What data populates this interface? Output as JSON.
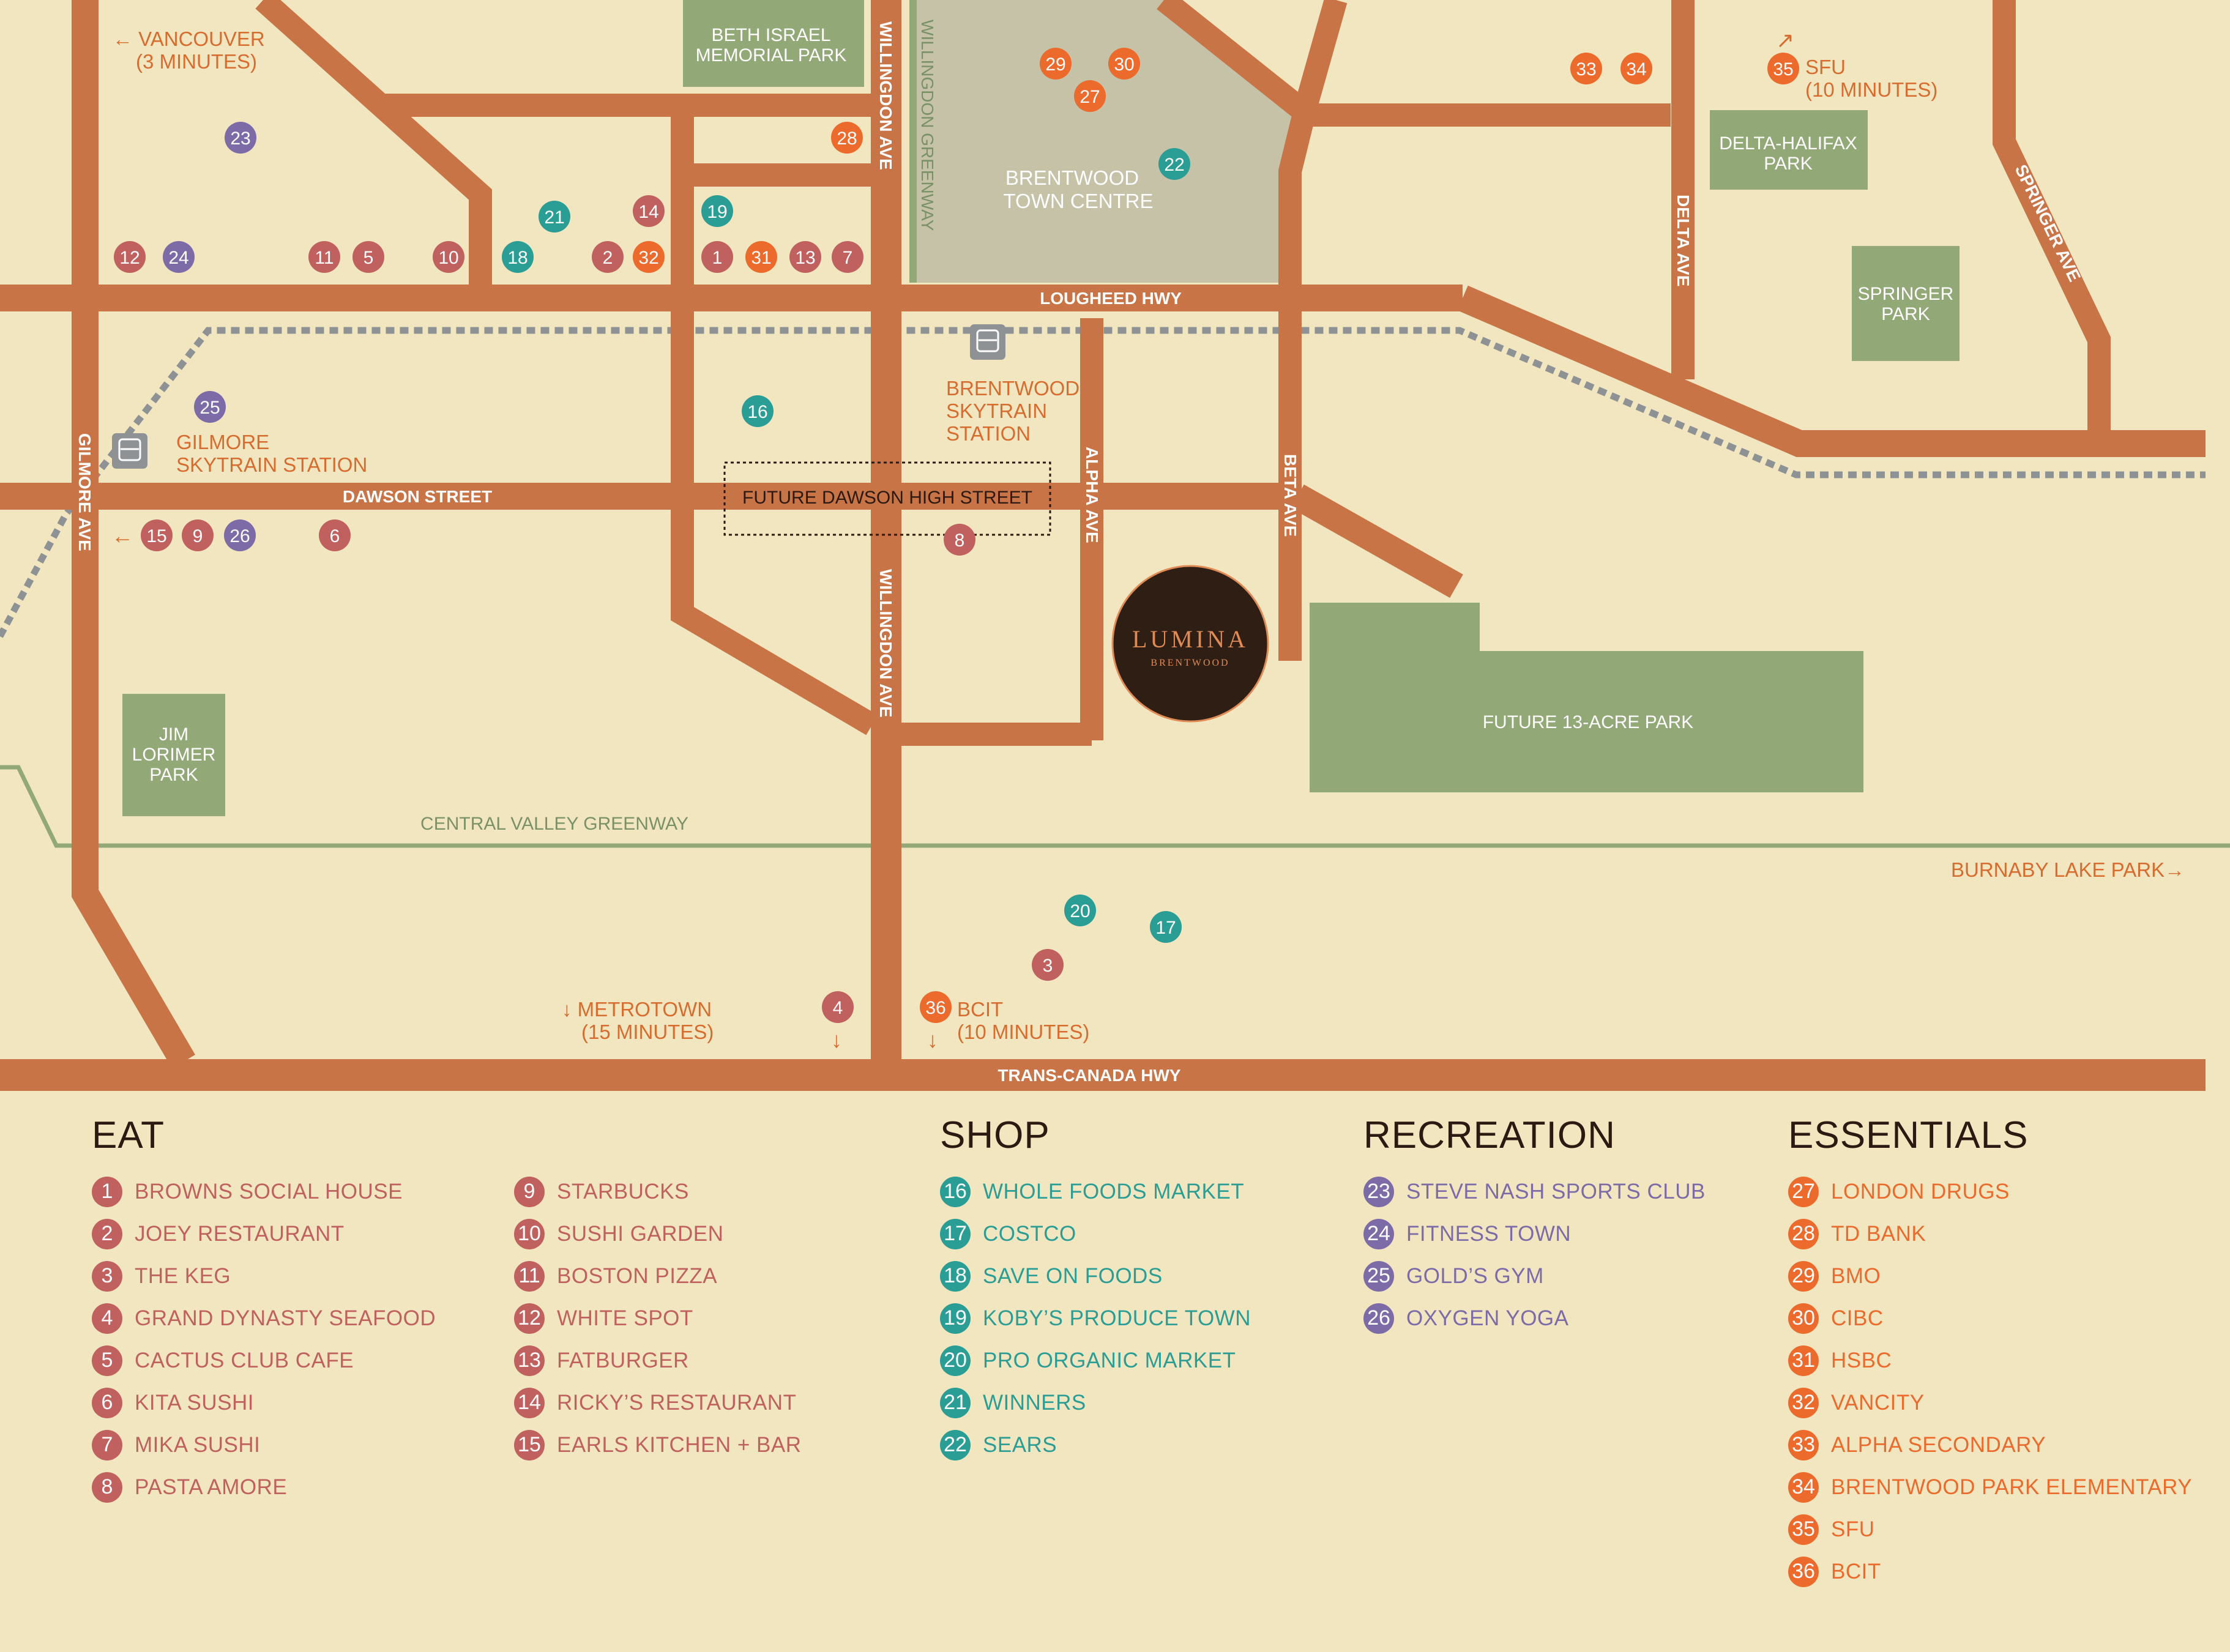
{
  "colors": {
    "background": "#f2e6c0",
    "road": "#c87447",
    "park": "#93a877",
    "town_centre": "#c6c2a8",
    "skytrain_track": "#8f9295",
    "road_label": "#ffffff",
    "map_text_orange": "#d86b2e",
    "eat": "#c0615f",
    "shop": "#2a9d95",
    "recreation": "#7d6ba8",
    "essentials": "#ec6a2c",
    "greenway_text": "#7a9168",
    "lumina_bg": "#2e1e14",
    "lumina_text": "#e08a55"
  },
  "roads": {
    "lougheed": "LOUGHEED HWY",
    "dawson": "DAWSON STREET",
    "trans_canada": "TRANS-CANADA HWY",
    "willingdon_north": "WILLINGDON AVE",
    "willingdon_south": "WILLINGDON AVE",
    "willingdon_greenway": "WILLINGDON GREENWAY",
    "gilmore": "GILMORE AVE",
    "alpha": "ALPHA AVE",
    "beta": "BETA AVE",
    "delta": "DELTA AVE",
    "springer": "SPRINGER AVE",
    "future_dawson": "FUTURE DAWSON HIGH STREET",
    "central_valley_greenway": "CENTRAL VALLEY GREENWAY"
  },
  "places": {
    "beth_israel": [
      "BETH ISRAEL",
      "MEMORIAL PARK"
    ],
    "brentwood_town_centre": [
      "BRENTWOOD",
      "TOWN CENTRE"
    ],
    "delta_halifax": [
      "DELTA-HALIFAX",
      "PARK"
    ],
    "springer_park": [
      "SPRINGER",
      "PARK"
    ],
    "jim_lorimer": [
      "JIM",
      "LORIMER",
      "PARK"
    ],
    "future_park": "FUTURE 13-ACRE PARK",
    "brentwood_station": [
      "BRENTWOOD",
      "SKYTRAIN",
      "STATION"
    ],
    "gilmore_station": [
      "GILMORE",
      "SKYTRAIN STATION"
    ]
  },
  "directions": {
    "vancouver": [
      "← VANCOUVER",
      "(3 MINUTES)"
    ],
    "sfu": [
      "SFU",
      "(10 MINUTES)"
    ],
    "metrotown": [
      "↓ METROTOWN",
      "(15 MINUTES)"
    ],
    "bcit": [
      "BCIT",
      "(10 MINUTES)"
    ],
    "burnaby_lake": "BURNABY LAKE PARK→"
  },
  "lumina": {
    "name": "LUMINA",
    "sub": "BRENTWOOD"
  },
  "legend": {
    "eat": {
      "heading": "EAT",
      "items": [
        {
          "n": "1",
          "label": "BROWNS SOCIAL HOUSE"
        },
        {
          "n": "2",
          "label": "JOEY RESTAURANT"
        },
        {
          "n": "3",
          "label": "THE KEG"
        },
        {
          "n": "4",
          "label": "GRAND DYNASTY SEAFOOD"
        },
        {
          "n": "5",
          "label": "CACTUS CLUB CAFE"
        },
        {
          "n": "6",
          "label": "KITA SUSHI"
        },
        {
          "n": "7",
          "label": "MIKA SUSHI"
        },
        {
          "n": "8",
          "label": "PASTA AMORE"
        },
        {
          "n": "9",
          "label": "STARBUCKS"
        },
        {
          "n": "10",
          "label": "SUSHI GARDEN"
        },
        {
          "n": "11",
          "label": "BOSTON PIZZA"
        },
        {
          "n": "12",
          "label": "WHITE SPOT"
        },
        {
          "n": "13",
          "label": "FATBURGER"
        },
        {
          "n": "14",
          "label": "RICKY’S RESTAURANT"
        },
        {
          "n": "15",
          "label": "EARLS KITCHEN + BAR"
        }
      ]
    },
    "shop": {
      "heading": "SHOP",
      "items": [
        {
          "n": "16",
          "label": "WHOLE FOODS MARKET"
        },
        {
          "n": "17",
          "label": "COSTCO"
        },
        {
          "n": "18",
          "label": "SAVE ON FOODS"
        },
        {
          "n": "19",
          "label": "KOBY’S PRODUCE TOWN"
        },
        {
          "n": "20",
          "label": "PRO ORGANIC MARKET"
        },
        {
          "n": "21",
          "label": "WINNERS"
        },
        {
          "n": "22",
          "label": "SEARS"
        }
      ]
    },
    "recreation": {
      "heading": "RECREATION",
      "items": [
        {
          "n": "23",
          "label": "STEVE NASH SPORTS CLUB"
        },
        {
          "n": "24",
          "label": "FITNESS TOWN"
        },
        {
          "n": "25",
          "label": "GOLD’S GYM"
        },
        {
          "n": "26",
          "label": "OXYGEN YOGA"
        }
      ]
    },
    "essentials": {
      "heading": "ESSENTIALS",
      "items": [
        {
          "n": "27",
          "label": "LONDON DRUGS"
        },
        {
          "n": "28",
          "label": "TD BANK"
        },
        {
          "n": "29",
          "label": "BMO"
        },
        {
          "n": "30",
          "label": "CIBC"
        },
        {
          "n": "31",
          "label": "HSBC"
        },
        {
          "n": "32",
          "label": "VANCITY"
        },
        {
          "n": "33",
          "label": "ALPHA SECONDARY"
        },
        {
          "n": "34",
          "label": "BRENTWOOD PARK ELEMENTARY"
        },
        {
          "n": "35",
          "label": "SFU"
        },
        {
          "n": "36",
          "label": "BCIT"
        }
      ]
    }
  }
}
